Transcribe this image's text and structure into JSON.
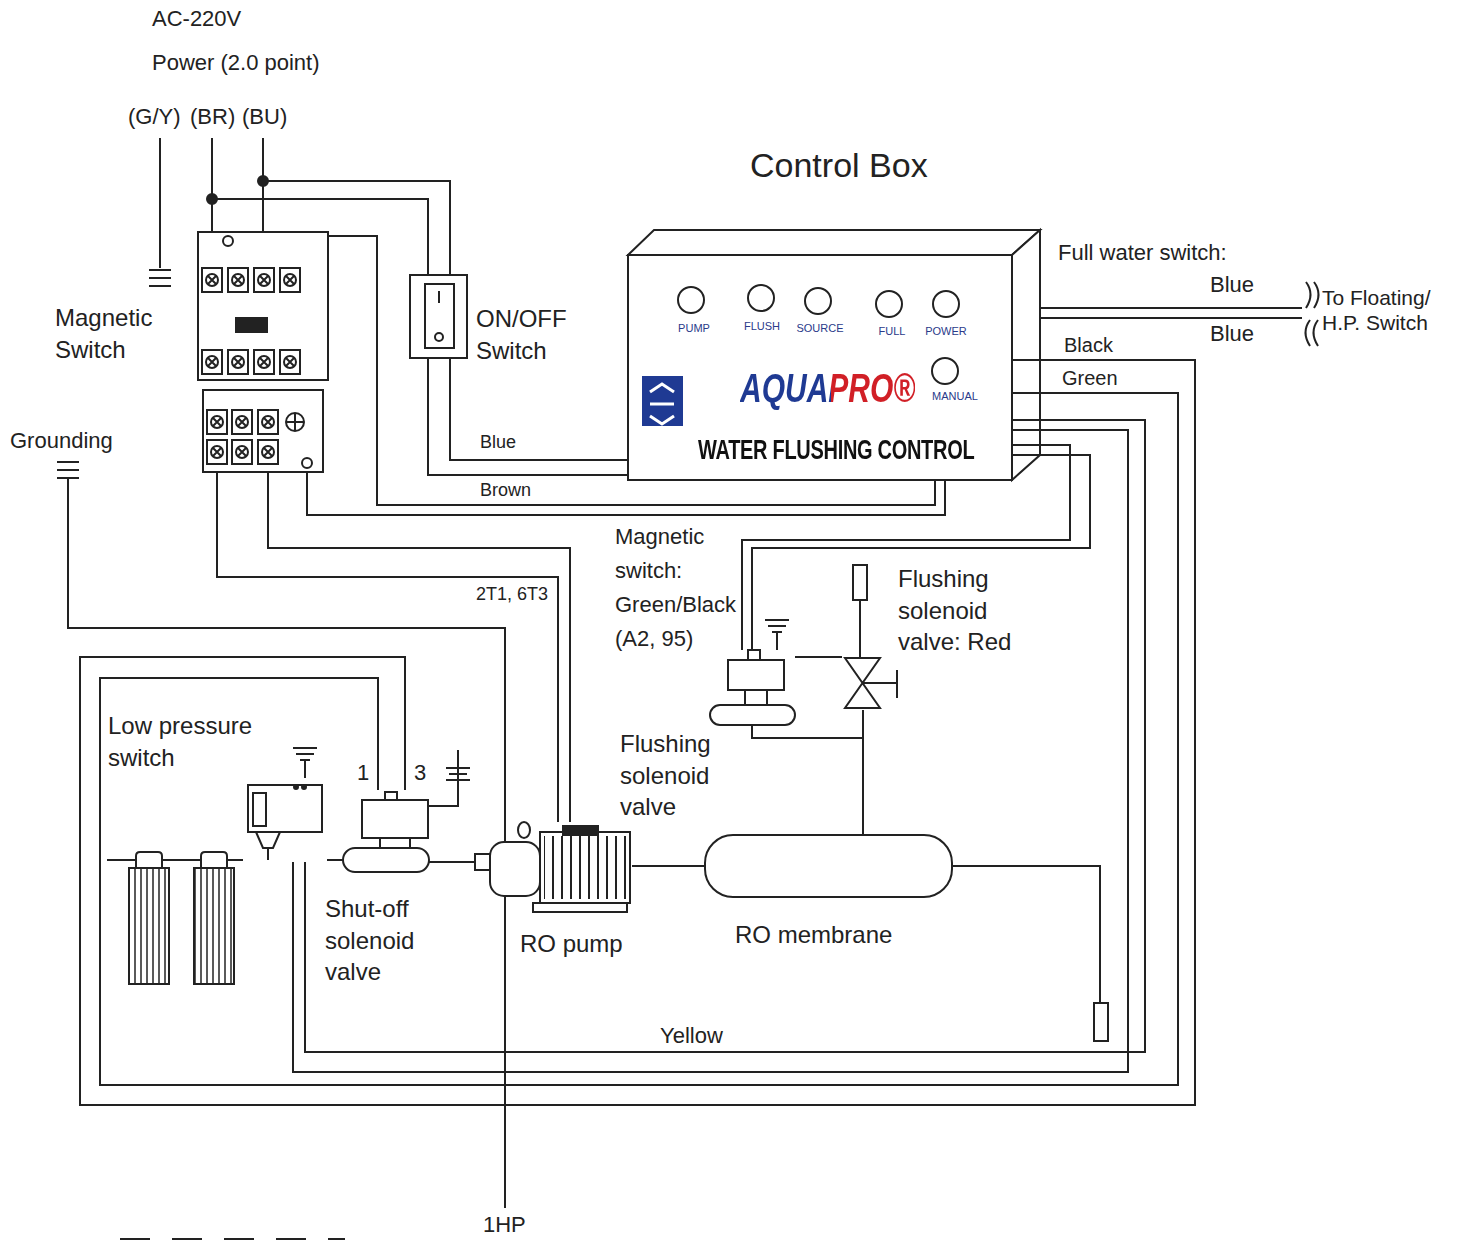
{
  "diagram": {
    "nodes": [
      {
        "text": [
          "Control Box",
          "AQUAPRO®",
          "WATER FLUSHING CONTROL"
        ]
      },
      {
        "text": [
          "ON/OFF Switch"
        ]
      },
      {
        "text": [
          "Magnetic Switch"
        ]
      },
      {
        "text": [
          "Flushing solenoid valve: Red"
        ]
      },
      {
        "text": [
          "Flushing solenoid valve"
        ]
      },
      {
        "text": [
          "Low pressure switch"
        ]
      },
      {
        "text": [
          "Shut-off solenoid valve"
        ]
      },
      {
        "text": [
          "RO pump"
        ]
      },
      {
        "text": [
          "RO membrane"
        ]
      }
    ],
    "edges": [
      {
        "from": 0,
        "to": 1,
        "arrow": "none",
        "label": "Blue"
      },
      {
        "from": 0,
        "to": 1,
        "arrow": "none",
        "label": "Brown"
      },
      {
        "from": 1,
        "to": 2,
        "arrow": "none"
      },
      {
        "from": 1,
        "to": 2,
        "arrow": "none"
      },
      {
        "from": 2,
        "to": 0,
        "arrow": "none"
      },
      {
        "from": 2,
        "to": 0,
        "arrow": "none"
      },
      {
        "from": 2,
        "to": 7,
        "arrow": "none",
        "label": "2T1, 6T3"
      },
      {
        "from": 2,
        "to": 7,
        "arrow": "none"
      },
      {
        "from": 0,
        "to": 4,
        "arrow": "none"
      },
      {
        "from": 0,
        "to": 4,
        "arrow": "none"
      },
      {
        "from": 0,
        "to": 6,
        "arrow": "none",
        "label": "Black"
      },
      {
        "from": 0,
        "to": 6,
        "arrow": "none",
        "label": "Green"
      },
      {
        "from": 0,
        "to": 5,
        "arrow": "none",
        "label": "Yellow"
      },
      {
        "from": 0,
        "to": 5,
        "arrow": "none"
      },
      {
        "from": 5,
        "to": 6,
        "arrow": "none"
      },
      {
        "from": 6,
        "to": 7,
        "arrow": "none"
      },
      {
        "from": 7,
        "to": 8,
        "arrow": "none"
      },
      {
        "from": 8,
        "to": 3,
        "arrow": "none"
      },
      {
        "from": 3,
        "to": 4,
        "arrow": "none"
      },
      {
        "from": 4,
        "to": 8,
        "arrow": "none"
      }
    ],
    "labels": [
      "AC-220V",
      "Power (2.0 point)",
      "(G/Y)",
      "(BR)",
      "(BU)",
      "PUMP",
      "FLUSH",
      "SOURCE",
      "FULL",
      "POWER",
      "MANUAL",
      "Full water switch:",
      "Blue",
      "Blue",
      "To Floating/ H.P. Switch",
      "Grounding",
      "Magnetic switch: Green/Black (A2, 95)",
      "1",
      "3",
      "1HP"
    ]
  }
}
